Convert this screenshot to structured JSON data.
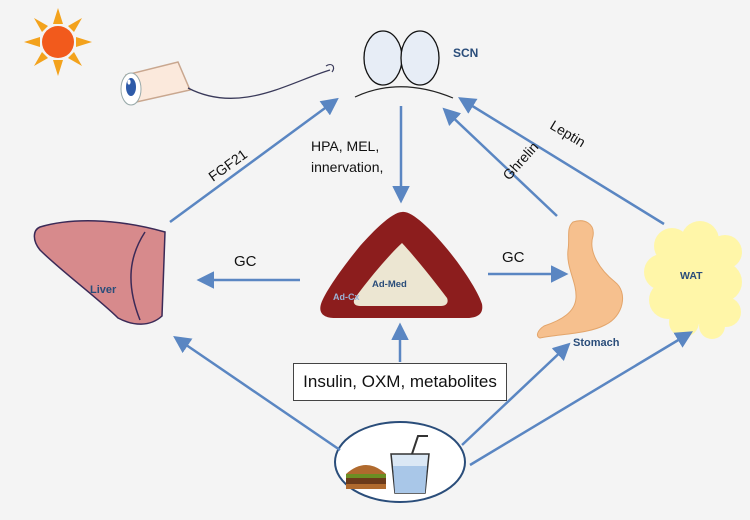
{
  "nodes": {
    "scn": "SCN",
    "liver": "Liver",
    "stomach": "Stomach",
    "wat": "WAT",
    "ad_med": "Ad-Med",
    "ad_cx": "Ad-Cx"
  },
  "signals": {
    "fgf21": "FGF21",
    "hpa_line1": "HPA, MEL,",
    "hpa_line2": "innervation,",
    "ghrelin": "Ghrelin",
    "leptin": "Leptin",
    "gc_left": "GC",
    "gc_right": "GC",
    "inputs": "Insulin, OXM, metabolites"
  },
  "colors": {
    "arrow": "#5a86c2",
    "sun": "#f25a1c",
    "sun_rays": "#f3a21c",
    "liver": "#d78a8c",
    "adrenal_cortex": "#8c1d1d",
    "adrenal_medulla": "#ece6d2",
    "stomach": "#f6c08e",
    "wat": "#fff6a8",
    "scn": "#e7edf6"
  },
  "icons": [
    "sun-icon",
    "eye-icon",
    "burger-icon",
    "drink-icon"
  ]
}
